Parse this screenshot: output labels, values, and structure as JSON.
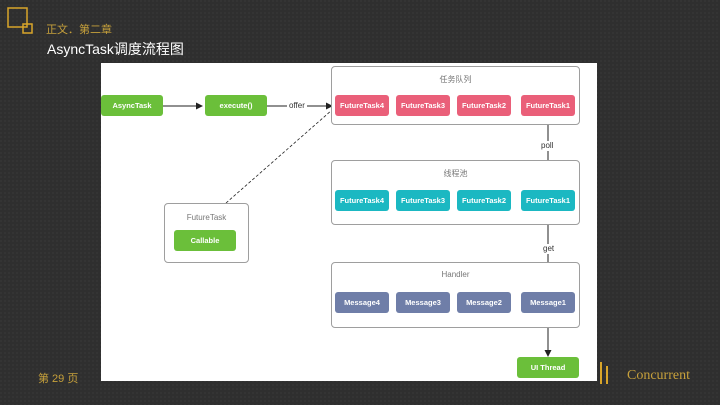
{
  "header": {
    "chapter": "正文．第二章",
    "title": "AsyncTask调度流程图"
  },
  "diagram": {
    "start": {
      "asynctask": "AsyncTask",
      "execute": "execute()"
    },
    "edges": {
      "offer": "offer",
      "poll": "poll",
      "get": "get"
    },
    "queue": {
      "title": "任务队列",
      "items": [
        "FutureTask4",
        "FutureTask3",
        "FutureTask2",
        "FutureTask1"
      ]
    },
    "pool": {
      "title": "线程池",
      "items": [
        "FutureTask4",
        "FutureTask3",
        "FutureTask2",
        "FutureTask1"
      ]
    },
    "handler": {
      "title": "Handler",
      "items": [
        "Message4",
        "Message3",
        "Message2",
        "Message1"
      ]
    },
    "futuretask_box": {
      "title": "FutureTask",
      "callable": "Callable"
    },
    "ui_thread": "UI Thread",
    "colors": {
      "green": "#6bbf3a",
      "pink": "#ea5f79",
      "teal": "#1bb8c2",
      "slate": "#6f7ea8"
    }
  },
  "footer": {
    "page": "第 29 页",
    "brand": "Concurrent"
  }
}
